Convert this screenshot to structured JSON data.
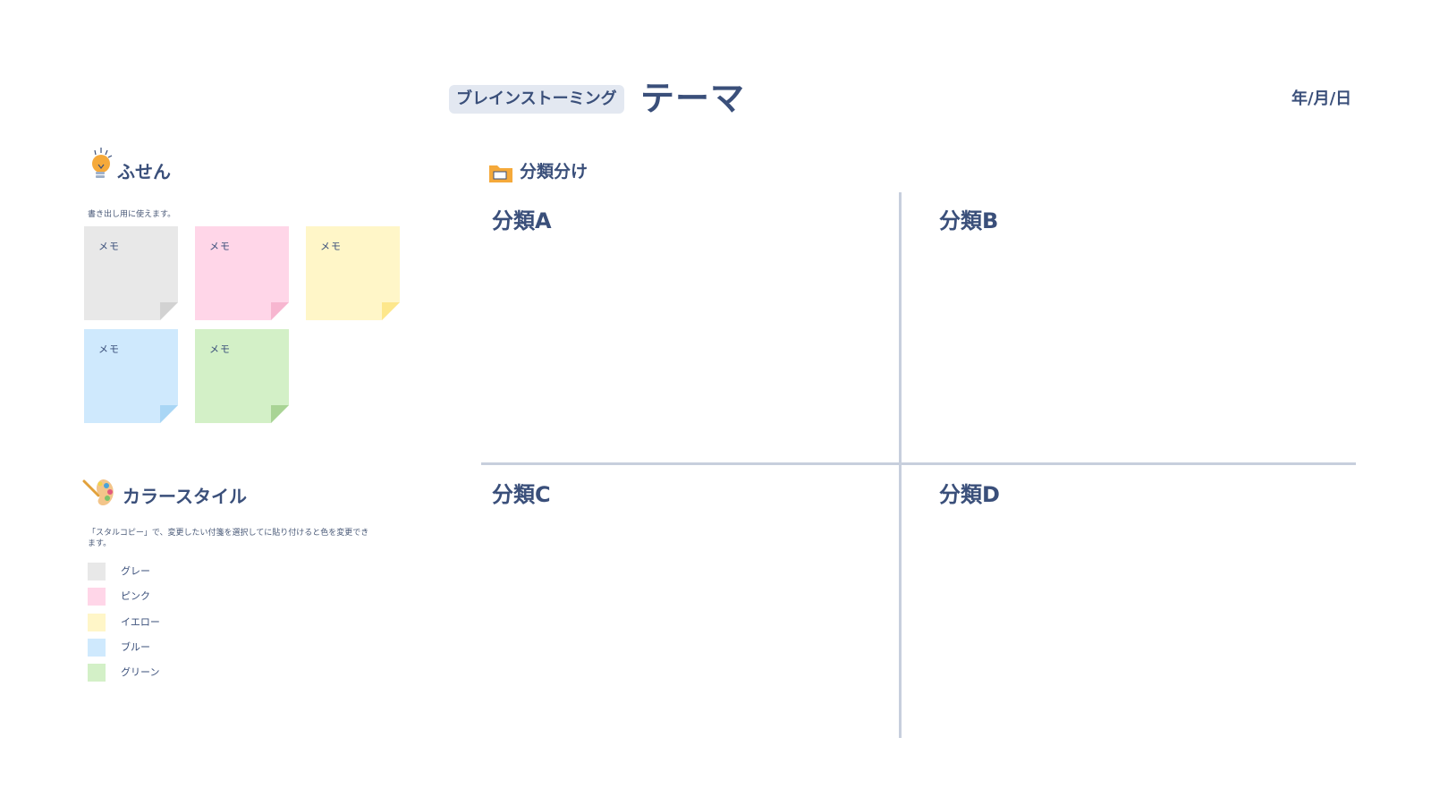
{
  "header": {
    "badge": "ブレインストーミング",
    "title": "テーマ",
    "date": "年/月/日"
  },
  "sticky_section": {
    "title": "ふせん",
    "icon": "lightbulb-icon",
    "hint": "書き出し用に使えます。",
    "notes": [
      {
        "label": "メモ",
        "color": "#e8e8e8",
        "fold": "#d2d2d2"
      },
      {
        "label": "メモ",
        "color": "#ffd6e8",
        "fold": "#f7b6d0"
      },
      {
        "label": "メモ",
        "color": "#fff6c8",
        "fold": "#fde78c"
      },
      {
        "label": "メモ",
        "color": "#cfe9fd",
        "fold": "#a9d6f5"
      },
      {
        "label": "メモ",
        "color": "#d3f0c7",
        "fold": "#a9d495"
      }
    ]
  },
  "color_section": {
    "title": "カラースタイル",
    "icon": "palette-icon",
    "description": "「スタルコピー」で、変更したい付箋を選択してに貼り付けると色を変更できます。",
    "swatches": [
      {
        "label": "グレー",
        "color": "#e8e8e8"
      },
      {
        "label": "ピンク",
        "color": "#ffd6e8"
      },
      {
        "label": "イエロー",
        "color": "#fff6c8"
      },
      {
        "label": "ブルー",
        "color": "#cfe9fd"
      },
      {
        "label": "グリーン",
        "color": "#d3f0c7"
      }
    ]
  },
  "classification": {
    "title": "分類分け",
    "icon": "folder-icon",
    "quadrants": [
      "分類A",
      "分類B",
      "分類C",
      "分類D"
    ]
  }
}
